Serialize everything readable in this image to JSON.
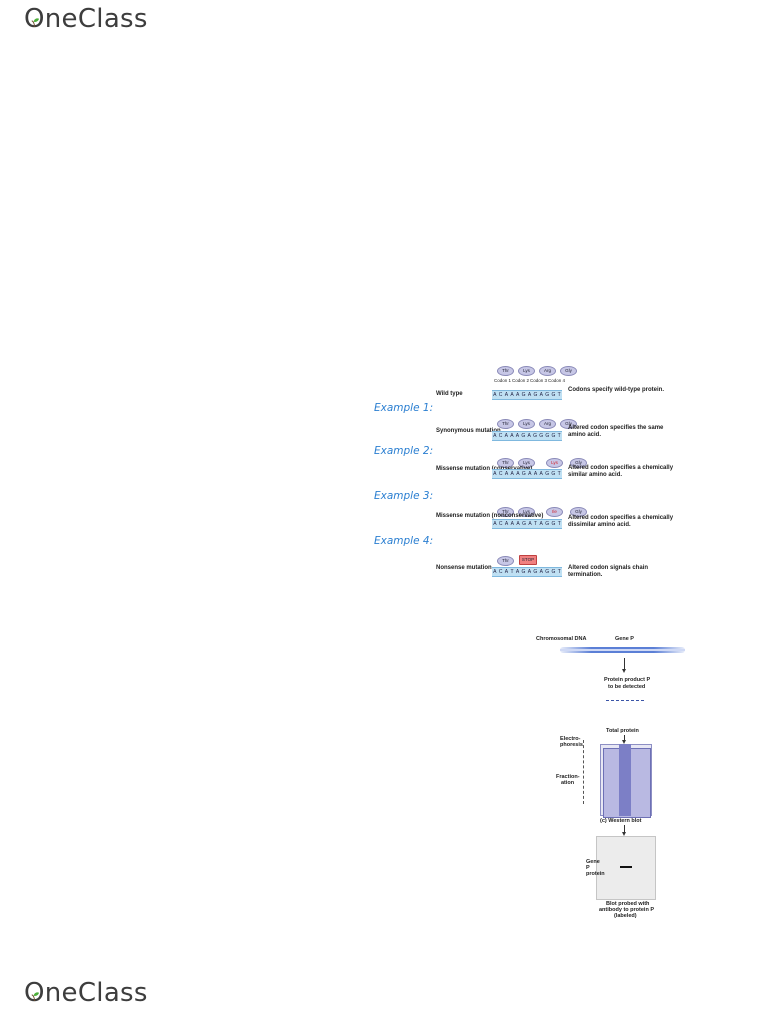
{
  "header": {
    "logo_text": "OneClass",
    "logo_icon": "apple-leaf-icon"
  },
  "footer": {
    "logo_text": "OneClass",
    "logo_icon": "apple-leaf-icon"
  },
  "mutation_figure": {
    "codon_labels": [
      "Codon 1",
      "Codon 2",
      "Codon 3",
      "Codon 4"
    ],
    "rows": [
      {
        "example": "",
        "label": "Wild type",
        "amino_acids": [
          "Thr",
          "Lys",
          "Arg",
          "Gly"
        ],
        "bases": [
          "A",
          "C",
          "A",
          "A",
          "A",
          "G",
          "A",
          "G",
          "A",
          "G",
          "G",
          "T"
        ],
        "description": "Codons specify wild-type protein."
      },
      {
        "example": "Example 1:",
        "label": "Synonymous mutation",
        "amino_acids": [
          "Thr",
          "Lys",
          "Arg",
          "Gly"
        ],
        "bases": [
          "A",
          "C",
          "A",
          "A",
          "A",
          "G",
          "A",
          "G",
          "G",
          "G",
          "G",
          "T"
        ],
        "description": "Altered codon specifies the same amino acid."
      },
      {
        "example": "Example 2:",
        "label": "Missense mutation (conservative)",
        "amino_acids": [
          "Thr",
          "Lys",
          "Lys",
          "Gly"
        ],
        "bases": [
          "A",
          "C",
          "A",
          "A",
          "A",
          "G",
          "A",
          "A",
          "A",
          "G",
          "G",
          "T"
        ],
        "description": "Altered codon specifies a chemically similar amino acid."
      },
      {
        "example": "Example 3:",
        "label": "Missense mutation (nonconservative)",
        "amino_acids": [
          "Thr",
          "Lys",
          "Ile",
          "Gly"
        ],
        "bases": [
          "A",
          "C",
          "A",
          "A",
          "A",
          "G",
          "A",
          "T",
          "A",
          "G",
          "G",
          "T"
        ],
        "description": "Altered codon specifies a chemically dissimilar amino acid."
      },
      {
        "example": "Example 4:",
        "label": "Nonsense mutation",
        "amino_acids": [
          "Thr",
          "STOP"
        ],
        "bases": [
          "A",
          "C",
          "A",
          "T",
          "A",
          "G",
          "A",
          "G",
          "A",
          "G",
          "G",
          "T"
        ],
        "description": "Altered codon signals chain termination."
      }
    ]
  },
  "western_figure": {
    "chromosomal_dna": "Chromosomal DNA",
    "gene": "Gene P",
    "product_line1": "Protein product P",
    "product_line2": "to be detected",
    "total_protein": "Total protein",
    "electrophoresis_1": "Electro-",
    "electrophoresis_2": "phoresis",
    "fractionation_1": "Fraction-",
    "fractionation_2": "ation",
    "western_blot": "(c) Western blot",
    "gene_p_protein_1": "Gene",
    "gene_p_protein_2": "P",
    "gene_p_protein_3": "protein",
    "probe_1": "Blot probed with",
    "probe_2": "antibody to protein P",
    "probe_3": "(labeled)"
  }
}
